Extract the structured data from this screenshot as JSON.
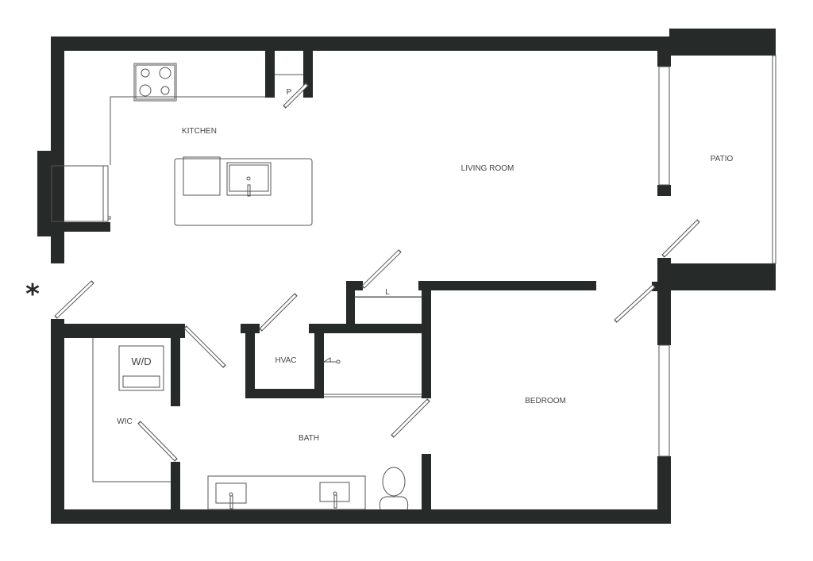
{
  "plan": {
    "wall_color": "#262a29",
    "rooms": {
      "kitchen": "KITCHEN",
      "living_room": "LIVING ROOM",
      "patio": "PATIO",
      "linen": "L",
      "hvac": "HVAC",
      "washer_dryer": "W/D",
      "wic": "WIC",
      "bath": "BATH",
      "bedroom": "BEDROOM",
      "pantry": "P"
    },
    "entry_marker": "*"
  }
}
